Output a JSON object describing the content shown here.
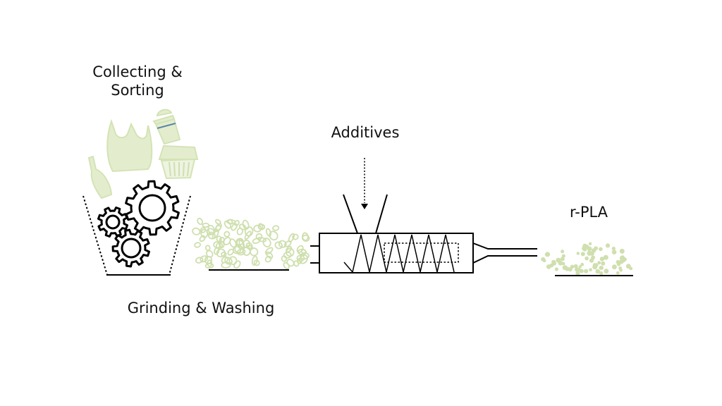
{
  "labels": {
    "collecting_line1": "Collecting &",
    "collecting_line2": "Sorting",
    "grinding": "Grinding & Washing",
    "additives": "Additives",
    "rpla": "r-PLA"
  },
  "colors": {
    "line": "#000000",
    "plastic_fill": "#e3edce",
    "plastic_stroke": "#d4e3b4",
    "flake_stroke": "#cfdfae",
    "pellet": "#cfdfae",
    "cup_band": "#5b86a8"
  },
  "icons": [
    "plastic-bag-icon",
    "cup-icon",
    "bottle-icon",
    "container-icon",
    "gear-icon"
  ]
}
